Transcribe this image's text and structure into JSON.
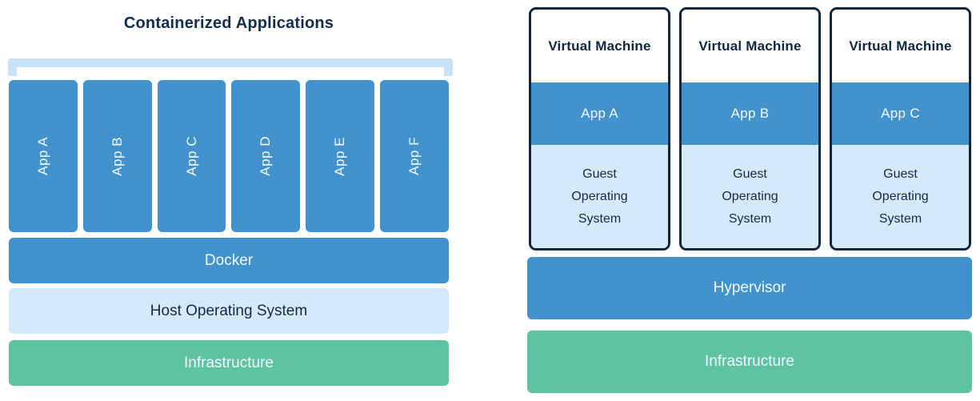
{
  "colors": {
    "blue": "#4292CE",
    "light_blue": "#D6E9F8",
    "green": "#5EC3A2",
    "navy_text": "#132C4D",
    "vm_border": "#0F2642",
    "bracket_blue": "#C9E2F5"
  },
  "left": {
    "title": "Containerized Applications",
    "apps": [
      {
        "label": "App A"
      },
      {
        "label": "App B"
      },
      {
        "label": "App C"
      },
      {
        "label": "App D"
      },
      {
        "label": "App E"
      },
      {
        "label": "App F"
      }
    ],
    "layers": [
      {
        "label": "Docker"
      },
      {
        "label": "Host Operating System"
      },
      {
        "label": "Infrastructure"
      }
    ]
  },
  "right": {
    "vms": [
      {
        "title": "Virtual Machine",
        "app": "App A",
        "os_lines": [
          "Guest",
          "Operating",
          "System"
        ]
      },
      {
        "title": "Virtual Machine",
        "app": "App B",
        "os_lines": [
          "Guest",
          "Operating",
          "System"
        ]
      },
      {
        "title": "Virtual Machine",
        "app": "App C",
        "os_lines": [
          "Guest",
          "Operating",
          "System"
        ]
      }
    ],
    "layers": [
      {
        "label": "Hypervisor"
      },
      {
        "label": "Infrastructure"
      }
    ]
  }
}
